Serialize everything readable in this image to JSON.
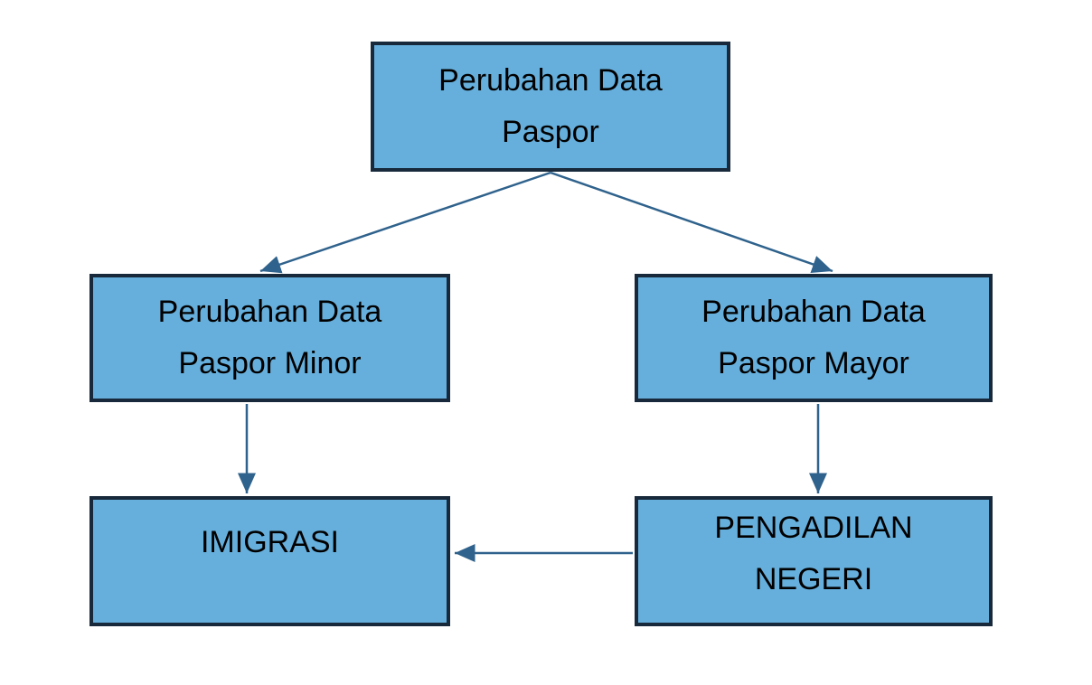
{
  "diagram": {
    "type": "flowchart",
    "colors": {
      "node_fill": "#66AFDC",
      "node_border": "#17293B",
      "arrow_color": "#2F628C",
      "text_color": "#000000",
      "background": "#FFFFFF"
    },
    "nodes": {
      "root": {
        "lines": [
          "Perubahan Data",
          "Paspor"
        ]
      },
      "minor": {
        "lines": [
          "Perubahan Data",
          "Paspor Minor"
        ]
      },
      "mayor": {
        "lines": [
          "Perubahan Data",
          "Paspor Mayor"
        ]
      },
      "imigrasi": {
        "lines": [
          "IMIGRASI"
        ]
      },
      "pengadilan": {
        "lines": [
          "PENGADILAN",
          "NEGERI"
        ]
      }
    },
    "edges": [
      {
        "from": "root",
        "to": "minor"
      },
      {
        "from": "root",
        "to": "mayor"
      },
      {
        "from": "minor",
        "to": "imigrasi"
      },
      {
        "from": "mayor",
        "to": "pengadilan"
      },
      {
        "from": "pengadilan",
        "to": "imigrasi"
      }
    ]
  }
}
